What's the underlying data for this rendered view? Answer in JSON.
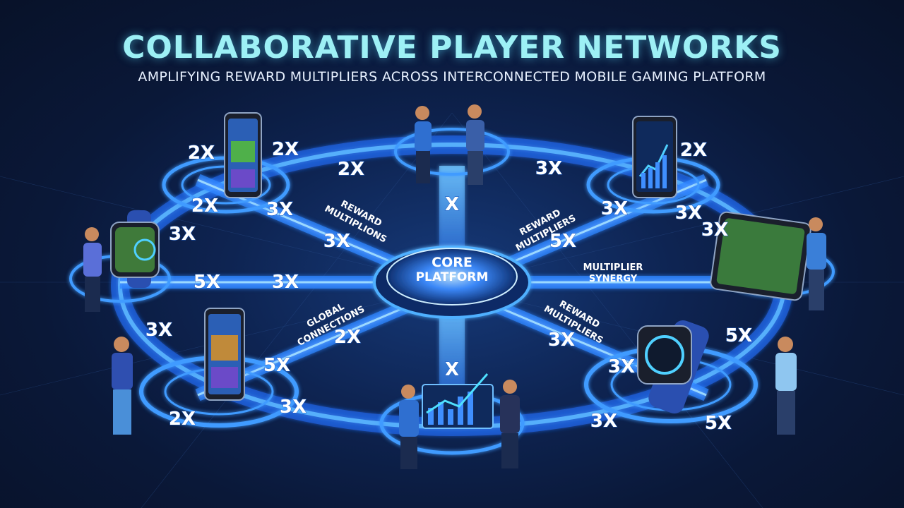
{
  "title": "COLLABORATIVE PLAYER NETWORKS",
  "subtitle": "AMPLIFYING REWARD MULTIPLIERS ACROSS INTERCONNECTED MOBILE GAMING PLATFORM",
  "core": {
    "line1": "CORE",
    "line2": "PLATFORM"
  },
  "labels": {
    "reward_multiplions": [
      "REWARD",
      "MULTIPLIONS"
    ],
    "reward_multipliers_right": [
      "REWARD",
      "MULTIPLIERS"
    ],
    "multiplier_synergy": [
      "MULTIPLIER",
      "SYNERGY"
    ],
    "global_connections": [
      "GLOBAL",
      "CONNECTIONS"
    ],
    "reward_multipliers_bottom": [
      "REWARD",
      "MULTIPLIERS"
    ]
  },
  "multipliers": {
    "phone_tl_left": "2X",
    "phone_tl_right": "2X",
    "ring_top_left": "2X",
    "ring_top_right": "3X",
    "tablet_tr": "2X",
    "left_arc_upper": "2X",
    "left_arc_3x": "3X",
    "node_tl_3x": "3X",
    "spoke_multiplions": "3X",
    "right_node_3x_a": "3X",
    "right_node_3x_b": "3X",
    "right_edge_3x": "3X",
    "spoke_right_5x": "5X",
    "left_spoke_5x": "5X",
    "left_spoke_3x": "3X",
    "left_lower_3x": "3X",
    "spoke_bl_5x": "5X",
    "spoke_bl_2x": "2X",
    "bottom_left_2x": "2X",
    "bottom_ring_3x": "3X",
    "spoke_br_3x": "3X",
    "right_lower_5x": "5X",
    "bottom_right_3x_a": "3X",
    "bottom_right_3x_b": "3X",
    "bottom_right_5x": "5X",
    "top_spoke_x": "X",
    "bottom_spoke_x": "X"
  },
  "colors": {
    "glow": "#3fa0ff",
    "ring": "#2e7dff",
    "title": "#9df0f5",
    "background": "#0b1530"
  }
}
